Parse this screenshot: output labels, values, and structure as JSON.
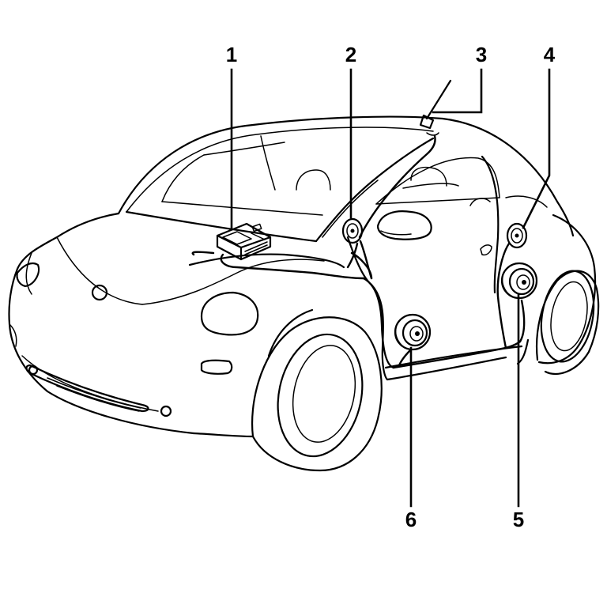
{
  "diagram": {
    "callouts": [
      {
        "id": "1",
        "label": "1",
        "part": "radio-unit"
      },
      {
        "id": "2",
        "label": "2",
        "part": "tweeter-front-door"
      },
      {
        "id": "3",
        "label": "3",
        "part": "roof-antenna"
      },
      {
        "id": "4",
        "label": "4",
        "part": "rear-tweeter"
      },
      {
        "id": "5",
        "label": "5",
        "part": "rear-speaker"
      },
      {
        "id": "6",
        "label": "6",
        "part": "front-door-speaker"
      }
    ],
    "colors": {
      "line": "#000000",
      "background": "#ffffff"
    }
  }
}
